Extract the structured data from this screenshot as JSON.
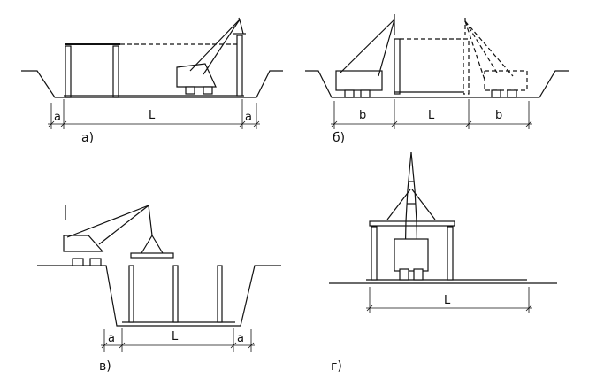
{
  "panels": {
    "a": {
      "caption": "а)",
      "dim_a_left": "a",
      "dim_L": "L",
      "dim_a_right": "a"
    },
    "b": {
      "caption": "б)",
      "dim_b_left": "b",
      "dim_L": "L",
      "dim_b_right": "b"
    },
    "v": {
      "caption": "в)",
      "dim_a_left": "a",
      "dim_L": "L",
      "dim_a_right": "a"
    },
    "g": {
      "caption": "г)",
      "dim_L": "L"
    }
  },
  "colors": {
    "line": "#111111",
    "background": "#ffffff"
  }
}
